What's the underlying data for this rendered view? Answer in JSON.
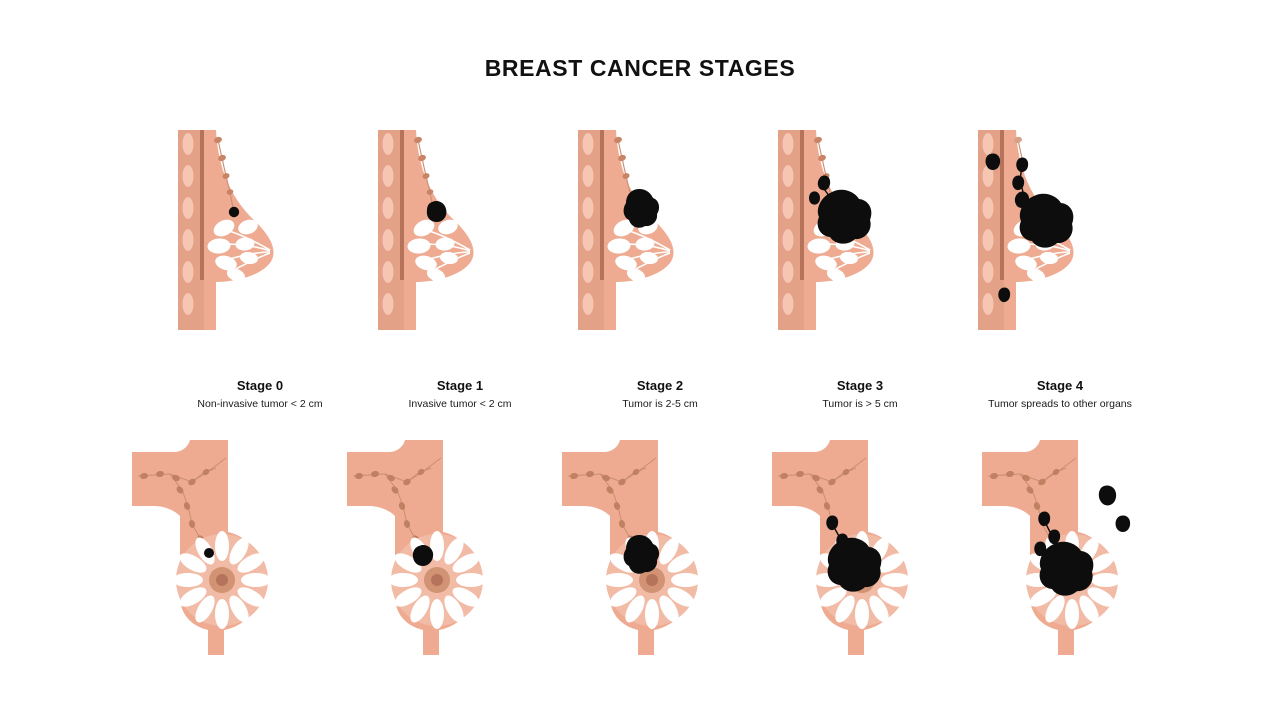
{
  "page": {
    "title": "BREAST CANCER STAGES",
    "background_color": "#ffffff",
    "title_color": "#111111"
  },
  "palette": {
    "skin": "#eeab91",
    "skin_light": "#f0b49d",
    "breast_fill": "#eeab91",
    "chest_wall": "#e3a188",
    "rib": "#f3c3ad",
    "muscle_line": "#b5735c",
    "lymph_node": "#c07d63",
    "lymph_vessel": "#c98e73",
    "duct_white": "#ffffff",
    "areola": "#c98566",
    "nipple": "#b5735c",
    "tumor": "#0d0d0d",
    "disc": "#f2bba6"
  },
  "stages": [
    {
      "id": "stage-0",
      "name": "Stage 0",
      "description": "Non-invasive tumor < 2 cm",
      "tumor_size": "tiny",
      "nodes_involved": 0,
      "metastasis": false
    },
    {
      "id": "stage-1",
      "name": "Stage 1",
      "description": "Invasive tumor < 2 cm",
      "tumor_size": "small",
      "nodes_involved": 0,
      "metastasis": false
    },
    {
      "id": "stage-2",
      "name": "Stage 2",
      "description": "Tumor is 2-5 cm",
      "tumor_size": "medium",
      "nodes_involved": 0,
      "metastasis": false
    },
    {
      "id": "stage-3",
      "name": "Stage 3",
      "description": "Tumor is > 5 cm",
      "tumor_size": "large",
      "nodes_involved": 2,
      "metastasis": false
    },
    {
      "id": "stage-4",
      "name": "Stage 4",
      "description": "Tumor spreads to other organs",
      "tumor_size": "large",
      "nodes_involved": 3,
      "metastasis": true
    }
  ],
  "views": {
    "top_row": "lateral-cross-section",
    "bottom_row": "frontal-torso"
  },
  "anatomy_labels": {
    "chest_wall": "chest-wall",
    "ribs": "ribs",
    "muscle": "pectoral-muscle",
    "lymph_nodes": "lymph-node-chain",
    "ducts": "milk-ducts",
    "lobules": "lobules",
    "nipple": "nipple",
    "areola": "areola",
    "tumor": "tumor",
    "metastasis": "metastatic-spot"
  }
}
